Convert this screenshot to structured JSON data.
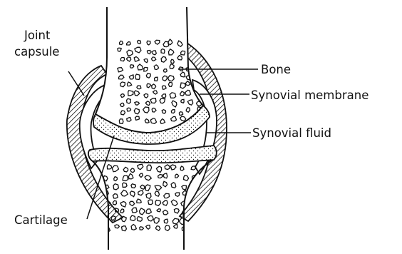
{
  "labels": {
    "joint_capsule_line1": "Joint",
    "joint_capsule_line2": "capsule",
    "bone": "Bone",
    "synovial_membrane": "Synovial membrane",
    "synovial_fluid": "Synovial fluid",
    "cartilage": "Cartilage"
  },
  "colors": {
    "ink": "#111111",
    "background": "#ffffff"
  }
}
